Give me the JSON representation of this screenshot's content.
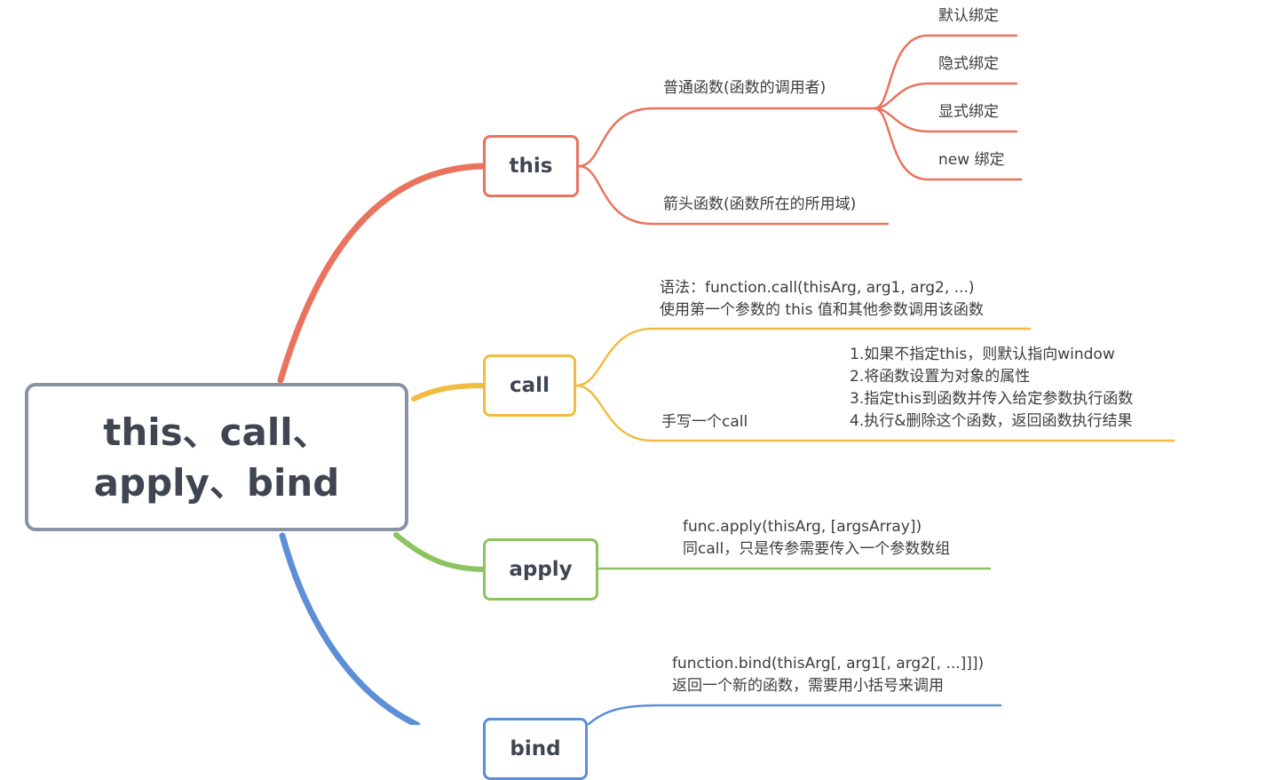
{
  "colors": {
    "this": "#e9735f",
    "call": "#f2bc41",
    "apply": "#8cc35f",
    "bind": "#5c8fd6",
    "root_border": "#8a93a3"
  },
  "root": {
    "title": "this、call、\napply、bind"
  },
  "this": {
    "label": "this",
    "normal": {
      "label": "普通函数(函数的调用者)",
      "bindings": [
        "默认绑定",
        "隐式绑定",
        "显式绑定",
        "new 绑定"
      ]
    },
    "arrow": "箭头函数(函数所在的所用域)"
  },
  "call": {
    "label": "call",
    "syntax": "语法：function.call(thisArg, arg1, arg2, ...)\n使用第一个参数的 this 值和其他参数调用该函数",
    "handwrite": "手写一个call",
    "steps": "1.如果不指定this，则默认指向window\n2.将函数设置为对象的属性\n3.指定this到函数并传入给定参数执行函数\n4.执行&删除这个函数，返回函数执行结果"
  },
  "apply": {
    "label": "apply",
    "desc": "func.apply(thisArg, [argsArray])\n同call，只是传参需要传入一个参数数组"
  },
  "bind": {
    "label": "bind",
    "desc": "function.bind(thisArg[, arg1[, arg2[, ...]]])\n返回一个新的函数，需要用小括号来调用"
  }
}
